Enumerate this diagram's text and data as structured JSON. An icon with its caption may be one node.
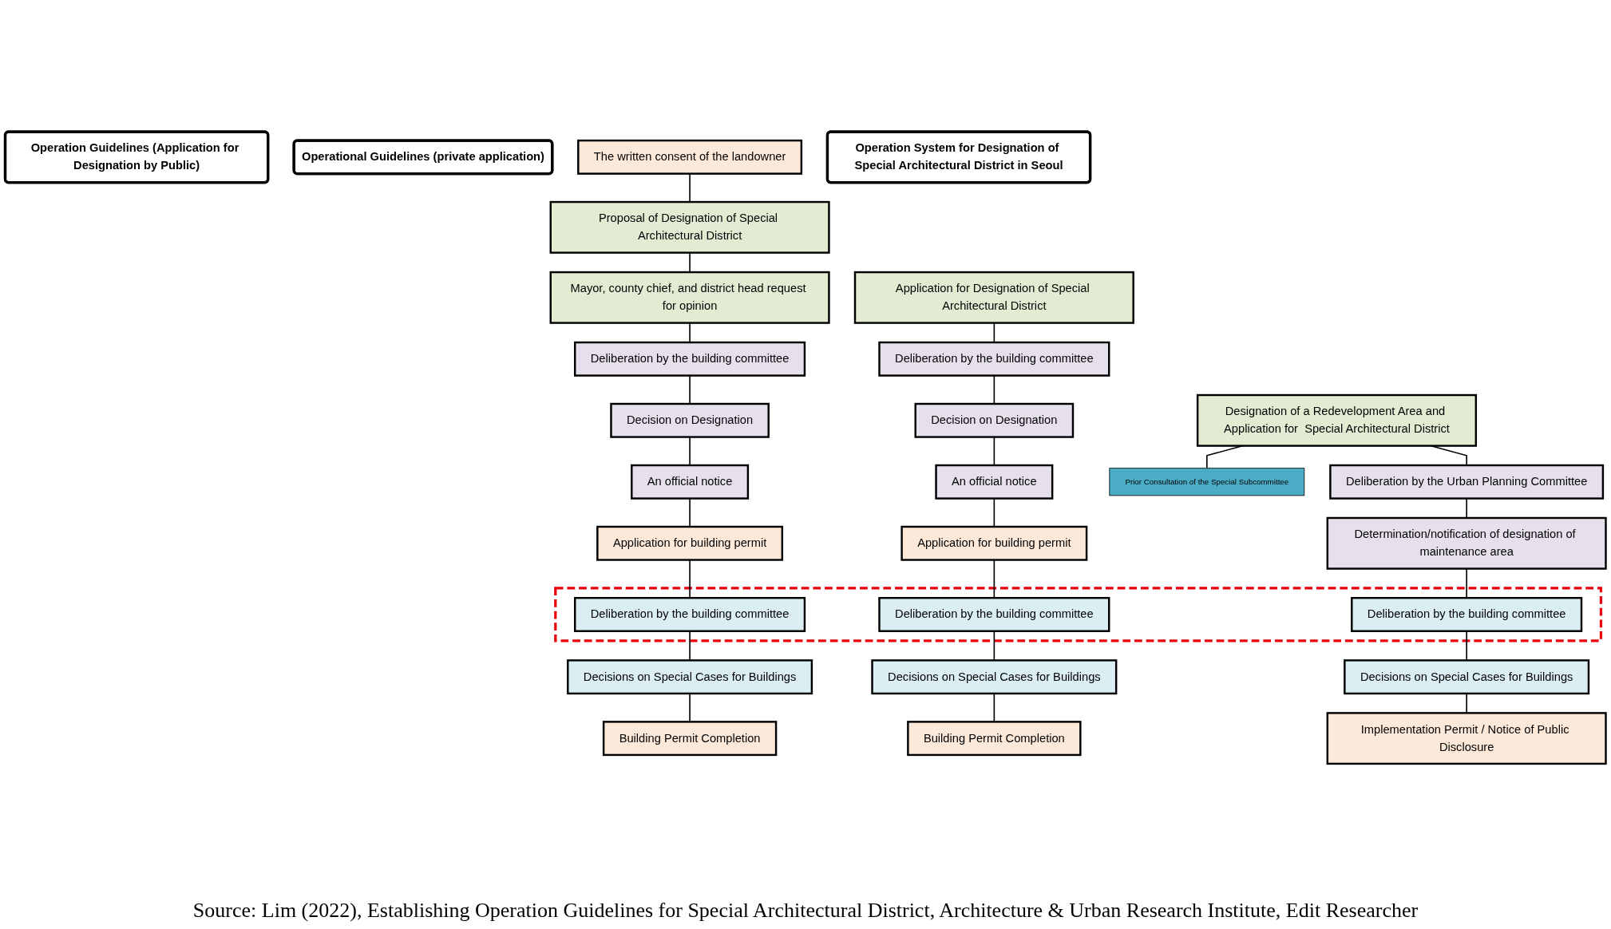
{
  "diagram": {
    "caption": "Source: Lim (2022), Establishing Operation Guidelines for Special Architectural District, Architecture & Urban Research Institute, Edit Researcher",
    "nodes": [
      {
        "text": [
          "Operation Guidelines (Application for Designation by Public)"
        ]
      },
      {
        "text": [
          "Operational Guidelines (private application)"
        ]
      },
      {
        "text": [
          "Operation System for Designation of Special Architectural District in Seoul"
        ]
      },
      {
        "text": [
          "The written consent of the landowner"
        ]
      },
      {
        "text": [
          "Application for Designation of Special Architectural District"
        ]
      },
      {
        "text": [
          "Proposal of Designation of Special Architectural District"
        ]
      },
      {
        "text": [
          "Designation of a Redevelopment Area and Application for  Special Architectural District"
        ]
      },
      {
        "text": [
          "Mayor, county chief, and district head request for opinion"
        ]
      },
      {
        "text": [
          "Prior Consultation of the Special Subcommittee"
        ]
      },
      {
        "text": [
          "Deliberation by the building committee"
        ]
      },
      {
        "text": [
          "Deliberation by the building committee"
        ]
      },
      {
        "text": [
          "Deliberation by the Urban Planning Committee"
        ]
      },
      {
        "text": [
          "Decision on Designation"
        ]
      },
      {
        "text": [
          "Decision on Designation"
        ]
      },
      {
        "text": [
          "An official notice"
        ]
      },
      {
        "text": [
          "An official notice"
        ]
      },
      {
        "text": [
          "Determination/notification of designation of maintenance area"
        ]
      },
      {
        "text": [
          "Application for building permit"
        ]
      },
      {
        "text": [
          "Application for building permit"
        ]
      },
      {
        "text": [],
        "shape": "box"
      },
      {
        "text": [
          "Deliberation by the building committee"
        ],
        "in": 19
      },
      {
        "text": [
          "Deliberation by the building committee"
        ],
        "in": 19
      },
      {
        "text": [
          "Deliberation by the building committee"
        ],
        "in": 19
      },
      {
        "text": [
          "Decisions on Special Cases for Buildings"
        ]
      },
      {
        "text": [
          "Decisions on Special Cases for Buildings"
        ]
      },
      {
        "text": [
          "Decisions on Special Cases for Buildings"
        ]
      },
      {
        "text": [
          "Building Permit Completion"
        ]
      },
      {
        "text": [
          "Building Permit Completion"
        ]
      },
      {
        "text": [
          "Implementation Permit / Notice of Public Disclosure"
        ]
      }
    ],
    "edges": [
      {
        "from": 4,
        "to": 9,
        "arrow": "none"
      },
      {
        "from": 9,
        "to": 12,
        "arrow": "none"
      },
      {
        "from": 12,
        "to": 14,
        "arrow": "none"
      },
      {
        "from": 14,
        "to": 17,
        "arrow": "none"
      },
      {
        "from": 17,
        "to": 20,
        "arrow": "none"
      },
      {
        "from": 20,
        "to": 23,
        "arrow": "none"
      },
      {
        "from": 23,
        "to": 26,
        "arrow": "none"
      },
      {
        "from": 3,
        "to": 5,
        "arrow": "none"
      },
      {
        "from": 5,
        "to": 7,
        "arrow": "none"
      },
      {
        "from": 7,
        "to": 10,
        "arrow": "none"
      },
      {
        "from": 10,
        "to": 13,
        "arrow": "none"
      },
      {
        "from": 13,
        "to": 15,
        "arrow": "none"
      },
      {
        "from": 15,
        "to": 18,
        "arrow": "none"
      },
      {
        "from": 18,
        "to": 21,
        "arrow": "none"
      },
      {
        "from": 21,
        "to": 24,
        "arrow": "none"
      },
      {
        "from": 24,
        "to": 27,
        "arrow": "none"
      },
      {
        "from": 6,
        "to": 11,
        "arrow": "none"
      },
      {
        "from": 6,
        "to": 8,
        "arrow": "none"
      },
      {
        "from": 11,
        "to": 16,
        "arrow": "none"
      },
      {
        "from": 16,
        "to": 22,
        "arrow": "none"
      },
      {
        "from": 22,
        "to": 25,
        "arrow": "none"
      },
      {
        "from": 25,
        "to": 28,
        "arrow": "none"
      }
    ]
  }
}
